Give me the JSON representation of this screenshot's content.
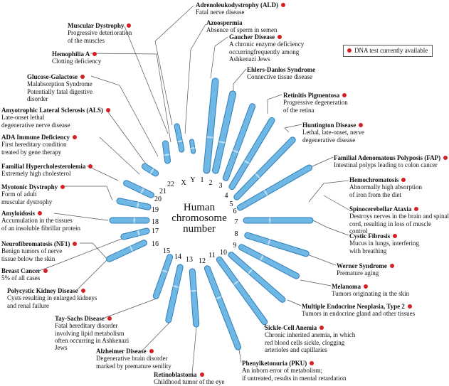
{
  "center_title": [
    "Human",
    "chromosome",
    "number"
  ],
  "legend": {
    "label": "DNA test currently available",
    "dot_color": "#d81f26"
  },
  "colors": {
    "chromosome": "#6fb8e6",
    "chromosome_outline": "#2f7db8",
    "leader": "#555555",
    "dot": "#d81f26"
  },
  "chromosome_labels": [
    "X",
    "Y",
    "1",
    "2",
    "3",
    "4",
    "5",
    "6",
    "7",
    "8",
    "9",
    "10",
    "11",
    "12",
    "13",
    "14",
    "15",
    "16",
    "17",
    "18",
    "19",
    "20",
    "21",
    "22"
  ],
  "diseases": [
    {
      "title": "Adrenoleukodystrophy (ALD)",
      "desc": [
        "Fatal nerve disease"
      ],
      "dot": true
    },
    {
      "title": "Azoospermia",
      "desc": [
        "Absence of sperm in semen"
      ],
      "dot": false
    },
    {
      "title": "Muscular Dystrophy",
      "desc": [
        "Progressive deterioration",
        "of the muscles"
      ],
      "dot": true
    },
    {
      "title": "Gaucher Disease",
      "desc": [
        "A chronic enzyme deficiency",
        "occurringfrequently among",
        "Ashkenazi Jews"
      ],
      "dot": true
    },
    {
      "title": "Hemophilia A",
      "desc": [
        "Clotting deficiency"
      ],
      "dot": true
    },
    {
      "title": "Ehlers-Danlos Syndrome",
      "desc": [
        "Connective tissue disease"
      ],
      "dot": false
    },
    {
      "title": "Glucose-Galactose",
      "desc": [
        "Malabsorption Syndrome",
        "Potentially fatal digestive",
        "disorder"
      ],
      "dot": true
    },
    {
      "title": "Retinitis Pigmentosa",
      "desc": [
        "Progressive degeneration",
        "of the retina"
      ],
      "dot": true
    },
    {
      "title": "Amyotrophic Lateral Sclerosis (ALS)",
      "desc": [
        "Late-onset lethal",
        "degenerative nerve disease"
      ],
      "dot": true
    },
    {
      "title": "Huntington Disease",
      "desc": [
        "Lethal, late-onset, nerve",
        "degenerative disease"
      ],
      "dot": true
    },
    {
      "title": "ADA Immune Deficiency",
      "desc": [
        "First hereditary condition",
        "treated by gene therapy"
      ],
      "dot": true
    },
    {
      "title": "Familial Adenomatous Polyposis (FAP)",
      "desc": [
        "Intestinal polyps leading to colon cancer"
      ],
      "dot": true
    },
    {
      "title": "Familial Hypercholesterolemia",
      "desc": [
        "Extremely high cholesterol"
      ],
      "dot": true
    },
    {
      "title": "Hemochromatosis",
      "desc": [
        "Abnormally high absorption",
        "of iron from the diet"
      ],
      "dot": true
    },
    {
      "title": "Myotonic Dystrophy",
      "desc": [
        "Form of adult",
        "muscular dystrophy"
      ],
      "dot": true
    },
    {
      "title": "Spinocerebellar Ataxia",
      "desc": [
        "Destroys nerves in the brain and spinal",
        "cord, resulting in loss of muscle control"
      ],
      "dot": true
    },
    {
      "title": "Amyloidosis",
      "desc": [
        "Accumulation in the tissues",
        "of an insoluble fibrillar protein"
      ],
      "dot": true
    },
    {
      "title": "Cystic Fibrosis",
      "desc": [
        "Mucus in lungs, interfering",
        "with breathing"
      ],
      "dot": true
    },
    {
      "title": "Neurofibromatosis (NF1)",
      "desc": [
        "Benign tumors of nerve",
        "tissue below the skin"
      ],
      "dot": true
    },
    {
      "title": "Werner Syndrome",
      "desc": [
        "Premature aging"
      ],
      "dot": true
    },
    {
      "title": "Breast Cancer",
      "desc": [
        "5% of all cases"
      ],
      "dot": true
    },
    {
      "title": "Melanoma",
      "desc": [
        "Tumors originating in the skin"
      ],
      "dot": true
    },
    {
      "title": "Polycystic Kidney Disease",
      "desc": [
        "Cysts resulting in enlarged kidneys",
        "and renal failure"
      ],
      "dot": true
    },
    {
      "title": "Multiple Endocrine Neoplasia, Type 2",
      "desc": [
        "Tumors in endocrine gland and other tissues"
      ],
      "dot": true
    },
    {
      "title": "Tay-Sachs Disease",
      "desc": [
        "Fatal hereditary disorder",
        "involving lipid metabolism",
        "often occurring in Ashkenazi",
        "Jews"
      ],
      "dot": true
    },
    {
      "title": "Sickle-Cell Anemia",
      "desc": [
        "Chronic inherited anemia, in which",
        "red blood cells sickle, clogging",
        "arterioles and capillaries"
      ],
      "dot": true
    },
    {
      "title": "Alzheimer Disease",
      "desc": [
        "Degenerative brain disorder",
        "marked by premature senility"
      ],
      "dot": true
    },
    {
      "title": "Phenylketonuria (PKU)",
      "desc": [
        "An inborn error of metabolism;",
        "if untreated, results in mental retardation"
      ],
      "dot": true
    },
    {
      "title": "Retinoblastoma",
      "desc": [
        "Childhood tumor of the eye"
      ],
      "dot": true
    }
  ]
}
